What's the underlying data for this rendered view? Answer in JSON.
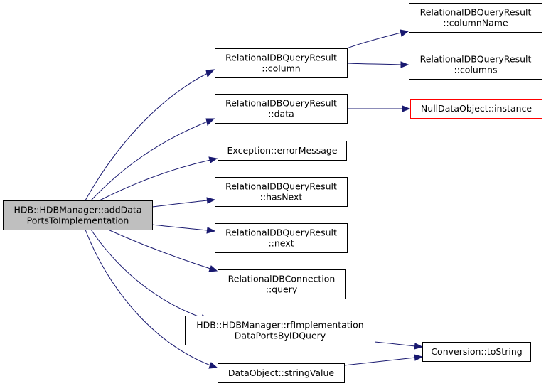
{
  "nodes": {
    "root": {
      "lines": [
        "HDB::HDBManager::addData",
        "PortsToImplementation"
      ]
    },
    "column": {
      "lines": [
        "RelationalDBQueryResult",
        "::column"
      ]
    },
    "data": {
      "lines": [
        "RelationalDBQueryResult",
        "::data"
      ]
    },
    "errorMessage": {
      "lines": [
        "Exception::errorMessage"
      ]
    },
    "hasNext": {
      "lines": [
        "RelationalDBQueryResult",
        "::hasNext"
      ]
    },
    "next": {
      "lines": [
        "RelationalDBQueryResult",
        "::next"
      ]
    },
    "query": {
      "lines": [
        "RelationalDBConnection",
        "::query"
      ]
    },
    "rfImpl": {
      "lines": [
        "HDB::HDBManager::rfImplementation",
        "DataPortsByIDQuery"
      ]
    },
    "stringValue": {
      "lines": [
        "DataObject::stringValue"
      ]
    },
    "columnName": {
      "lines": [
        "RelationalDBQueryResult",
        "::columnName"
      ]
    },
    "columns": {
      "lines": [
        "RelationalDBQueryResult",
        "::columns"
      ]
    },
    "nullInstance": {
      "lines": [
        "NullDataObject::instance"
      ]
    },
    "toString": {
      "lines": [
        "Conversion::toString"
      ]
    }
  },
  "edges": [
    [
      "root",
      "column"
    ],
    [
      "root",
      "data"
    ],
    [
      "root",
      "errorMessage"
    ],
    [
      "root",
      "hasNext"
    ],
    [
      "root",
      "next"
    ],
    [
      "root",
      "query"
    ],
    [
      "root",
      "rfImpl"
    ],
    [
      "root",
      "stringValue"
    ],
    [
      "column",
      "columnName"
    ],
    [
      "column",
      "columns"
    ],
    [
      "data",
      "nullInstance"
    ],
    [
      "rfImpl",
      "toString"
    ],
    [
      "stringValue",
      "toString"
    ]
  ],
  "colors": {
    "edge": "#191970",
    "root_fill": "#bfbfbf",
    "missing_border": "#ff0000"
  }
}
